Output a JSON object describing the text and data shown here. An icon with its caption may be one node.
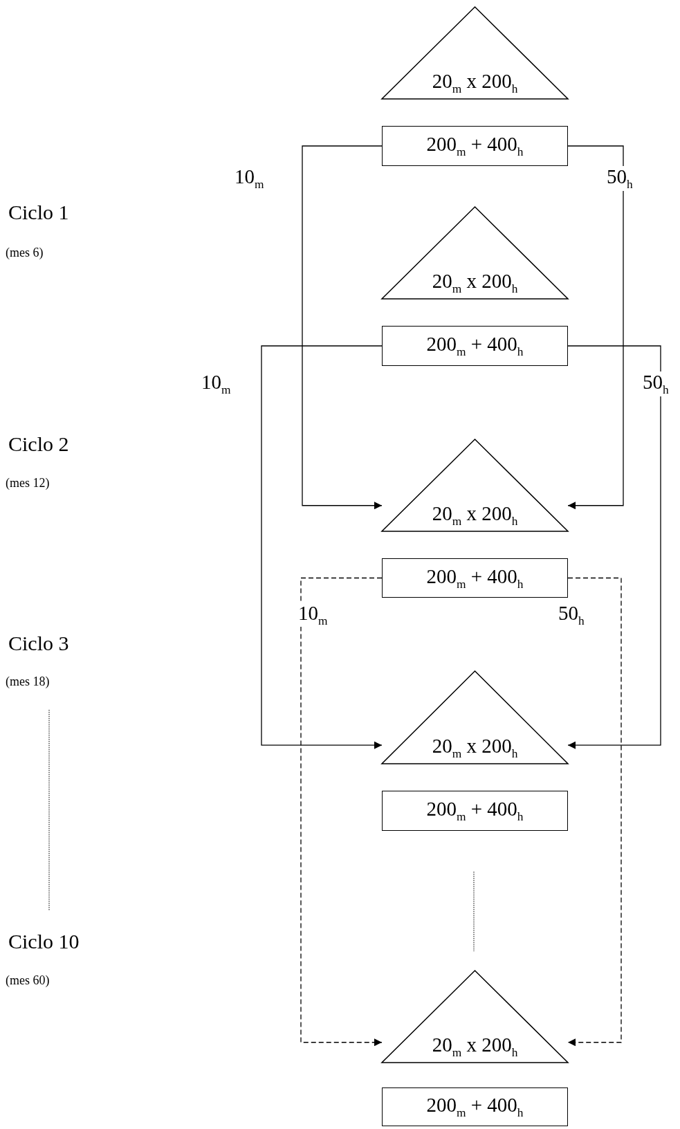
{
  "diagram": {
    "nodes": [
      {
        "text": [
          "20$_{m}$ x 200$_{h}$"
        ]
      },
      {
        "text": [
          "200$_{m}$ + 400$_{h}$"
        ]
      },
      {
        "text": [
          "20$_{m}$ x 200$_{h}$"
        ]
      },
      {
        "text": [
          "200$_{m}$ + 400$_{h}$"
        ]
      },
      {
        "text": [
          "20$_{m}$ x 200$_{h}$"
        ]
      },
      {
        "text": [
          "200$_{m}$ + 400$_{h}$"
        ]
      },
      {
        "text": [
          "20$_{m}$ x 200$_{h}$"
        ]
      },
      {
        "text": [
          "200$_{m}$ + 400$_{h}$"
        ]
      },
      {
        "text": [
          "20$_{m}$ x 200$_{h}$"
        ]
      },
      {
        "text": [
          "200$_{m}$ + 400$_{h}$"
        ]
      }
    ],
    "edges": [
      {
        "from": 1,
        "to": 4,
        "arrow": "to",
        "label": "10$_{m}$"
      },
      {
        "from": 1,
        "to": 4,
        "arrow": "to",
        "label": "50$_{h}$"
      },
      {
        "from": 3,
        "to": 6,
        "arrow": "to",
        "label": "10$_{m}$"
      },
      {
        "from": 3,
        "to": 6,
        "arrow": "to",
        "label": "50$_{h}$"
      },
      {
        "from": 5,
        "to": 8,
        "arrow": "to",
        "label": "10$_{m}$",
        "style": "dashed"
      },
      {
        "from": 5,
        "to": 8,
        "arrow": "to",
        "label": "50$_{h}$",
        "style": "dashed"
      }
    ],
    "labels": [
      "Ciclo 1",
      "(mes 6)",
      "Ciclo 2",
      "(mes 12)",
      "Ciclo 3",
      "(mes 18)",
      "Ciclo 10",
      "(mes 60)"
    ]
  }
}
